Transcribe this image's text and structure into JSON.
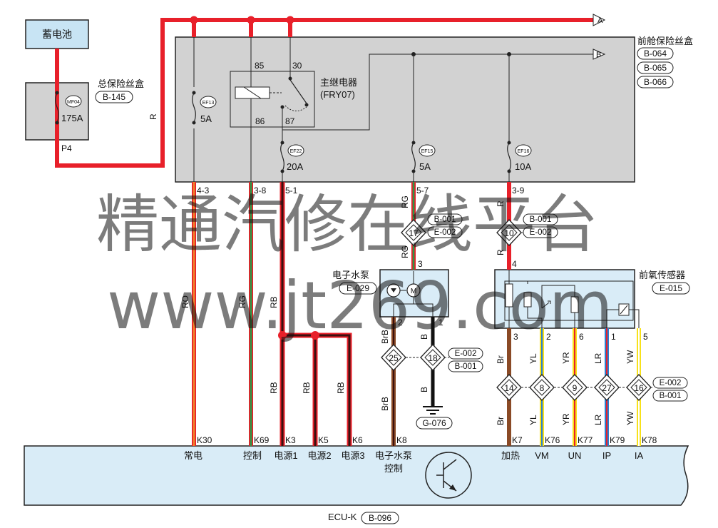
{
  "battery": {
    "label": "蓄电池"
  },
  "main_fuse_box": {
    "title": "总保险丝盒",
    "code": "B-145",
    "fuse_id": "MF04",
    "fuse_rating": "175A",
    "pin": "P4"
  },
  "wire_r_left": "R",
  "connector_a": "A",
  "connector_b": "B",
  "front_fuse_box": {
    "title": "前舱保险丝盒",
    "codes": [
      "B-064",
      "B-065",
      "B-066"
    ]
  },
  "relay": {
    "title": "主继电器",
    "code": "(FRY07)",
    "pins": [
      "85",
      "30",
      "86",
      "87"
    ]
  },
  "fuses": [
    {
      "id": "EF13",
      "rating": "5A"
    },
    {
      "id": "EF22",
      "rating": "20A"
    },
    {
      "id": "EF15",
      "rating": "5A"
    },
    {
      "id": "EF16",
      "rating": "10A"
    }
  ],
  "box_pins": [
    "4-3",
    "3-8",
    "5-1",
    "5-7",
    "3-9"
  ],
  "wire_colors": {
    "ro": "RO",
    "rg": "RG",
    "rb": "RB",
    "r": "R",
    "brb": "BrB",
    "b": "B",
    "br": "Br",
    "yl": "YL",
    "yr": "YR",
    "lr": "LR",
    "yw": "YW"
  },
  "junctions": {
    "j17": "17",
    "j10": "10",
    "j25": "25",
    "j18": "18",
    "j14": "14",
    "j8": "8",
    "j9": "9",
    "j27": "27",
    "j16": "16"
  },
  "junction_codes": [
    "B-001",
    "E-002",
    "B-001",
    "E-002",
    "E-002",
    "B-001",
    "E-002",
    "B-001"
  ],
  "pump": {
    "title": "电子水泵",
    "code": "E-029",
    "pins": [
      "3",
      "2",
      "1"
    ]
  },
  "ground": {
    "code": "G-076"
  },
  "o2_sensor": {
    "title": "前氧传感器",
    "code": "E-015",
    "pins": [
      "4",
      "3",
      "2",
      "6",
      "1",
      "5"
    ]
  },
  "ecu": {
    "title": "ECU-K",
    "code": "B-096",
    "pins": [
      "K30",
      "K69",
      "K3",
      "K5",
      "K6",
      "K8",
      "K7",
      "K76",
      "K77",
      "K79",
      "K78"
    ],
    "labels": [
      "常电",
      "控制",
      "电源1",
      "电源2",
      "电源3",
      "电子水泵",
      "控制",
      "加热",
      "VM",
      "UN",
      "IP",
      "IA"
    ]
  },
  "watermark": {
    "line1": "精通汽修在线平台",
    "line2": "www.jt269.com"
  },
  "colors": {
    "red": "#e8202a",
    "orange": "#f0892c",
    "green": "#2a9a48",
    "brown": "#8a4a26",
    "dark": "#3a1010",
    "yellow": "#f7e11a",
    "blue": "#2a7fd0",
    "box": "#d2d2d2",
    "ecu": "#d9ecf7",
    "watermark": "#5aa0e0"
  }
}
